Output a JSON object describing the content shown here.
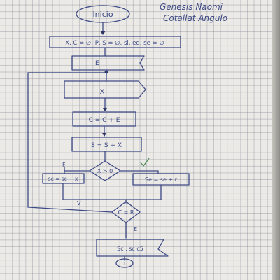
{
  "author": {
    "line1": "Genesis Naomi",
    "line2": "Cotallat Angulo"
  },
  "flowchart": {
    "start": "Inicio",
    "init": "X, C = ∅, P, S = ∅, si, ed, se = ∅",
    "loop_marker": "E",
    "read": "X",
    "count": "C = C + E",
    "sum": "S = S + X",
    "decision": "X > 0",
    "branch_false_label": "F",
    "branch_true_label": "V",
    "left_process": "sc = sc + x",
    "right_process": "Se = se + r",
    "return_label": "V",
    "end_check": "C = R",
    "end_check_label": "E",
    "output": "Sc , sc c5",
    "connector": "1"
  }
}
